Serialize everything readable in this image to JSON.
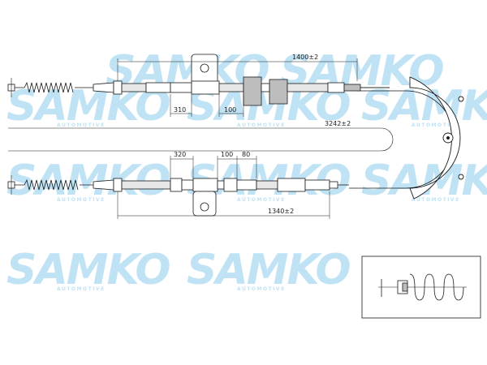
{
  "watermark": {
    "brand": "SAMKO",
    "tagline": "AUTOMOTIVE"
  },
  "dimensions": {
    "top_length": "1400±2",
    "top_offset_a": "310",
    "top_offset_b": "100",
    "total_length": "3242±2",
    "bottom_offset_a": "320",
    "bottom_offset_b": "100",
    "bottom_offset_c": "80",
    "bottom_length": "1340±2"
  },
  "colors": {
    "line": "#1a1a1a",
    "watermark": "#bfe3f5",
    "fill_grey": "#bdbdbd"
  }
}
